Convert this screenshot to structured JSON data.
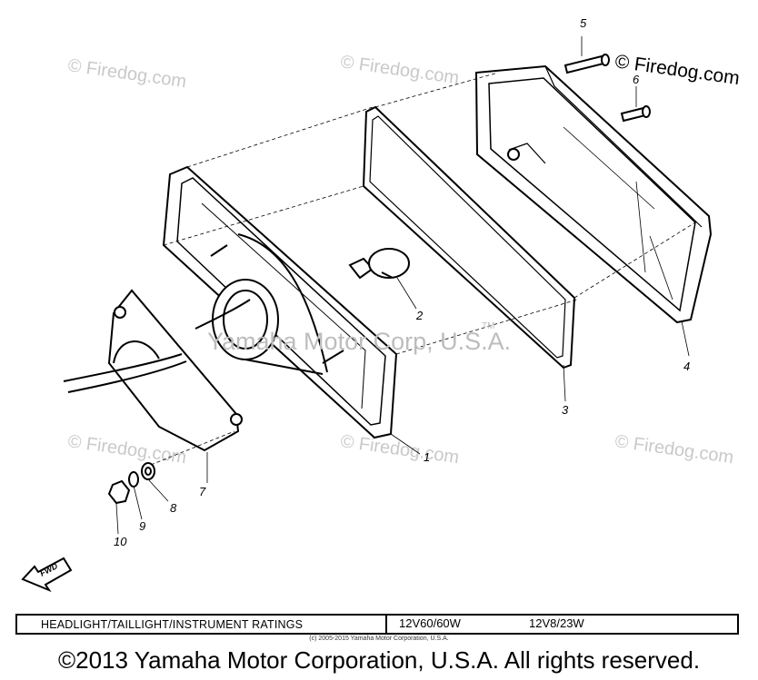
{
  "watermarks": {
    "top_left": "© Firedog.com",
    "top_center": "© Firedog.com",
    "top_right": "© Firedog.com",
    "mid_left": "© Firedog.com",
    "mid_center": "© Firedog.com",
    "mid_right": "© Firedog.com",
    "center_overlay": "Yamaha Motor Corp, U.S.A.",
    "trademark": "TM"
  },
  "callouts": [
    "1",
    "2",
    "3",
    "4",
    "5",
    "6",
    "7",
    "8",
    "9",
    "10"
  ],
  "fwd_label": "FWD",
  "ratings": {
    "label": "HEADLIGHT/TAILLIGHT/INSTRUMENT RATINGS",
    "value_1": "12V60/60W",
    "value_2": "12V8/23W"
  },
  "small_copyright": "(c) 2005-2015 Yamaha Motor Corporation, U.S.A.",
  "copyright": "©2013 Yamaha Motor Corporation, U.S.A. All rights reserved."
}
